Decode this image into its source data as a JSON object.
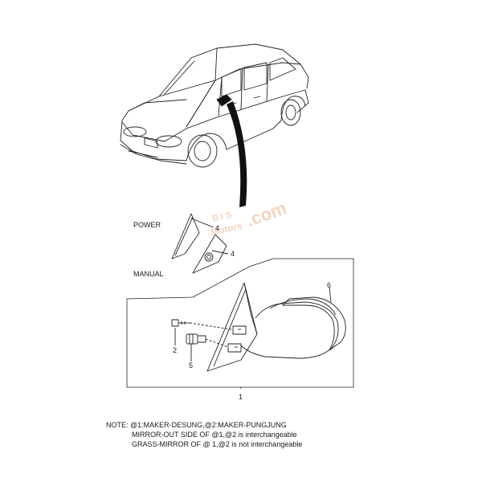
{
  "labels": {
    "power": "POWER",
    "manual": "MANUAL"
  },
  "callouts": {
    "c1": "1",
    "c2": "2",
    "c4a": "4",
    "c4b": "4",
    "c5": "5",
    "c6": "6"
  },
  "notes": [
    "NOTE: @1:MAKER-DESUNG,@2:MAKER-PUNGJUNG",
    "MIRROR-OUT SIDE OF @1,@2 is interchangeable",
    "GRASS-MIRROR OF @ 1,@2 is not interchangeable"
  ],
  "watermark": {
    "line1": "B I S",
    "line2": "Motors",
    "line3": ".com"
  },
  "colors": {
    "line": "#222222",
    "watermark": "#e8a070"
  }
}
